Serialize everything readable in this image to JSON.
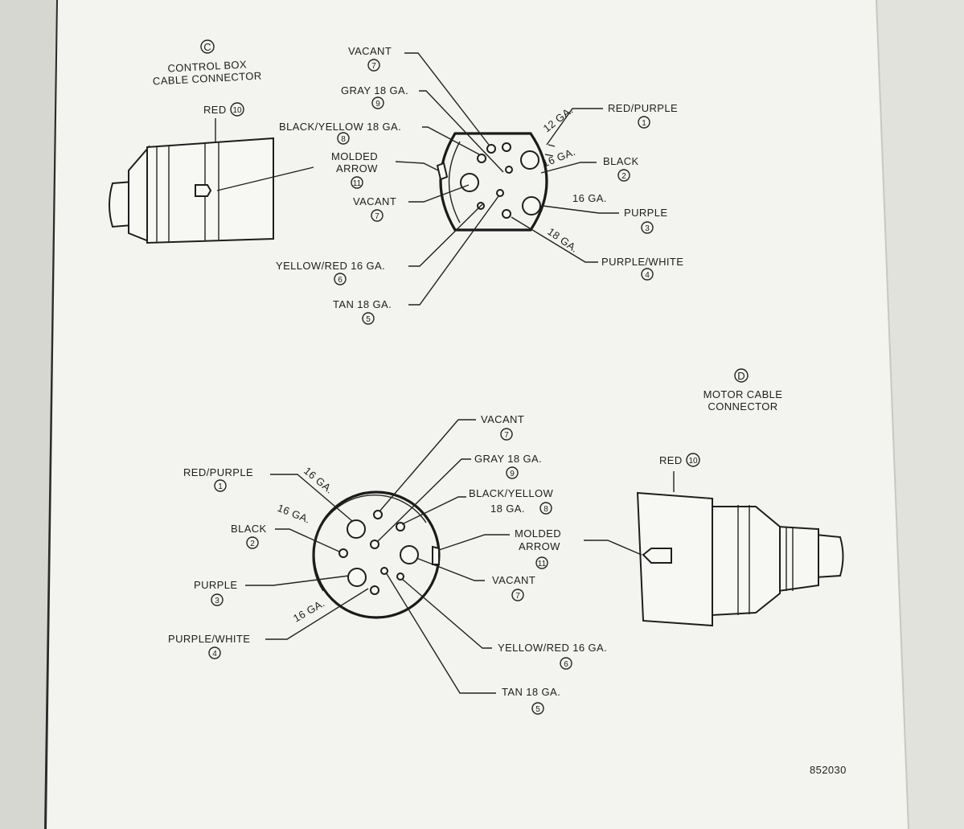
{
  "connector_c": {
    "letter": "C",
    "title_line1": "CONTROL BOX",
    "title_line2": "CABLE CONNECTOR",
    "red_label": "RED",
    "red_num": "10",
    "gauges": {
      "g1": "12 GA.",
      "g2": "16 GA.",
      "g3": "16 GA.",
      "g4": "18 GA."
    },
    "pins": {
      "vacant_top": {
        "label": "VACANT",
        "num": "7"
      },
      "gray": {
        "label": "GRAY 18 GA.",
        "num": "9"
      },
      "black_yellow": {
        "label": "BLACK/YELLOW 18 GA.",
        "num": "8"
      },
      "molded_arrow": {
        "line1": "MOLDED",
        "line2": "ARROW",
        "num": "11"
      },
      "vacant_mid": {
        "label": "VACANT",
        "num": "7"
      },
      "yellow_red": {
        "label": "YELLOW/RED 16 GA.",
        "num": "6"
      },
      "tan": {
        "label": "TAN 18 GA.",
        "num": "5"
      },
      "red_purple": {
        "label": "RED/PURPLE",
        "num": "1"
      },
      "black": {
        "label": "BLACK",
        "num": "2"
      },
      "purple": {
        "label": "PURPLE",
        "num": "3"
      },
      "purple_white": {
        "label": "PURPLE/WHITE",
        "num": "4"
      }
    }
  },
  "connector_d": {
    "letter": "D",
    "title_line1": "MOTOR CABLE",
    "title_line2": "CONNECTOR",
    "red_label": "RED",
    "red_num": "10",
    "gauges": {
      "g1": "16 GA.",
      "g2": "16 GA.",
      "g3": "16 GA."
    },
    "pins": {
      "red_purple": {
        "label": "RED/PURPLE",
        "num": "1"
      },
      "black": {
        "label": "BLACK",
        "num": "2"
      },
      "purple": {
        "label": "PURPLE",
        "num": "3"
      },
      "purple_white": {
        "label": "PURPLE/WHITE",
        "num": "4"
      },
      "vacant_top": {
        "label": "VACANT",
        "num": "7"
      },
      "gray": {
        "label": "GRAY 18 GA.",
        "num": "9"
      },
      "black_yellow": {
        "line1": "BLACK/YELLOW",
        "line2": "18 GA.",
        "num": "8"
      },
      "molded_arrow": {
        "line1": "MOLDED",
        "line2": "ARROW",
        "num": "11"
      },
      "vacant_right": {
        "label": "VACANT",
        "num": "7"
      },
      "yellow_red": {
        "label": "YELLOW/RED 16 GA.",
        "num": "6"
      },
      "tan": {
        "label": "TAN 18 GA.",
        "num": "5"
      }
    }
  },
  "figure_number": "852030",
  "colors": {
    "paper": "#f3f3ef",
    "ink": "#1e1e1e",
    "shadow": "#2a2a2a"
  }
}
